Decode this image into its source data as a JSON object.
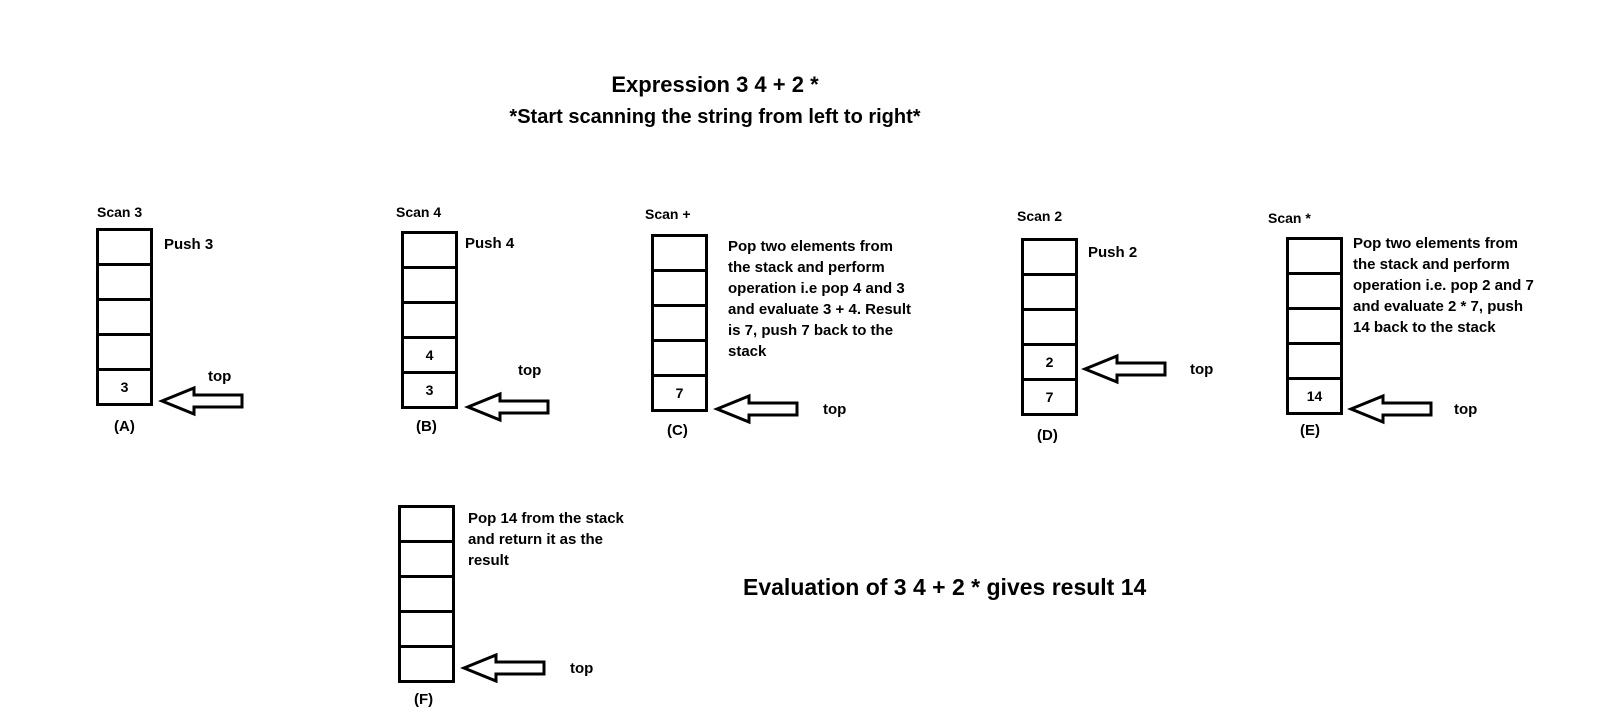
{
  "title": "Expression 3 4 + 2 *",
  "subtitle": "*Start scanning the string from left to right*",
  "top_label": "top",
  "steps": {
    "a": {
      "scan": "Scan 3",
      "note": "Push 3",
      "caption": "(A)",
      "cells": [
        "",
        "",
        "",
        "",
        "3"
      ]
    },
    "b": {
      "scan": "Scan 4",
      "note": "Push 4",
      "caption": "(B)",
      "cells": [
        "",
        "",
        "",
        "4",
        "3"
      ]
    },
    "c": {
      "scan": "Scan +",
      "note": "Pop two elements from the stack and perform operation i.e pop 4 and 3 and evaluate 3 + 4. Result is 7, push 7 back to the stack",
      "caption": "(C)",
      "cells": [
        "",
        "",
        "",
        "",
        "7"
      ]
    },
    "d": {
      "scan": "Scan 2",
      "note": "Push 2",
      "caption": "(D)",
      "cells": [
        "",
        "",
        "",
        "2",
        "7"
      ]
    },
    "e": {
      "scan": "Scan *",
      "note": "Pop two elements from the stack and perform operation i.e. pop 2 and 7 and evaluate 2 * 7, push 14 back to the stack",
      "caption": "(E)",
      "cells": [
        "",
        "",
        "",
        "",
        "14"
      ]
    },
    "f": {
      "note": "Pop 14 from the stack and return it as the result",
      "caption": "(F)",
      "cells": [
        "",
        "",
        "",
        "",
        ""
      ]
    }
  },
  "result_text": "Evaluation of 3 4 + 2 * gives result 14"
}
